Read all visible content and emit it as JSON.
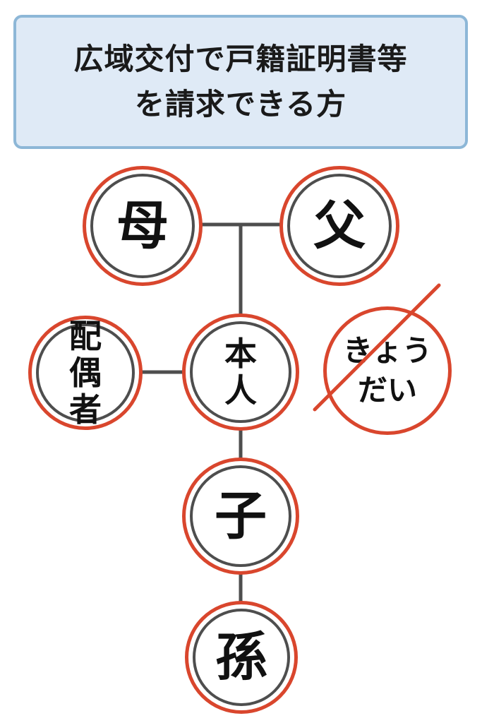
{
  "title": {
    "line1": "広域交付で戸籍証明書等",
    "line2": "を請求できる方"
  },
  "nodes": {
    "mother": "母",
    "father": "父",
    "spouse": "配偶者",
    "self": "本人",
    "child": "子",
    "grandchild": "孫"
  },
  "excluded": {
    "siblings": "きょうだい"
  },
  "colors": {
    "accent": "#d9462d",
    "inner_ring": "#4e4e4e",
    "title_bg": "#dfeaf6",
    "title_border": "#8db7d7",
    "connector": "#4e4e4e"
  }
}
